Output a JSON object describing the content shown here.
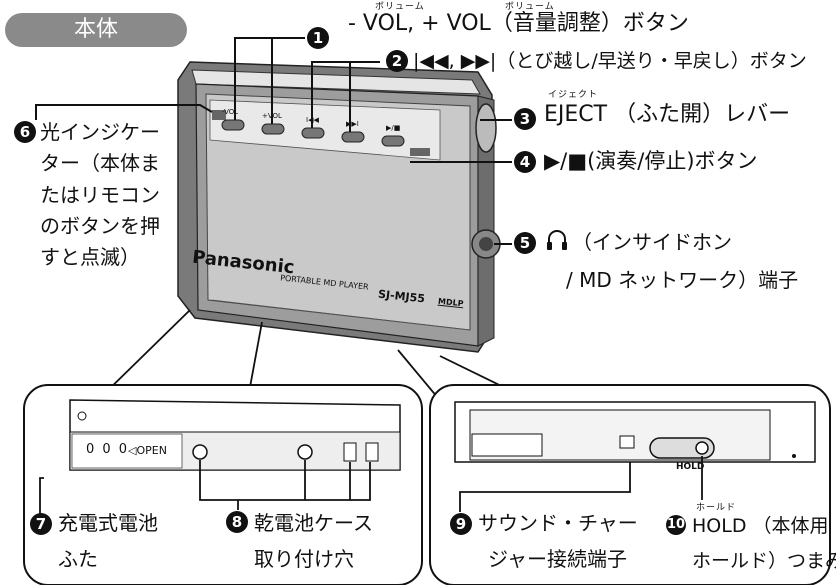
{
  "title": "本体",
  "callouts": [
    {
      "num": "1",
      "text": "- VOL, + VOL（音量調整）ボタン",
      "ruby1": "ボリューム",
      "ruby2": "ボリューム"
    },
    {
      "num": "2",
      "text": "|◀◀, ▶▶|（とび越し/早送り・早戻し）ボタン"
    },
    {
      "num": "3",
      "text": "EJECT （ふた開）レバー",
      "ruby": "イジェクト"
    },
    {
      "num": "4",
      "text": "▶/■(演奏/停止)ボタン"
    },
    {
      "num": "5",
      "line1": "（インサイドホン",
      "line2": "/ MD ネットワーク）端子"
    },
    {
      "num": "6",
      "line1": "光インジケー",
      "line2": "ター（本体ま",
      "line3": "たはリモコン",
      "line4": "のボタンを押",
      "line5": "すと点滅）"
    },
    {
      "num": "7",
      "line1": "充電式電池",
      "line2": "ふた"
    },
    {
      "num": "8",
      "line1": "乾電池ケース",
      "line2": "取り付け穴"
    },
    {
      "num": "9",
      "line1": "サウンド・チャー",
      "line2": "ジャー接続端子"
    },
    {
      "num": "10",
      "line1": "HOLD （本体用",
      "line2": "ホールド）つまみ",
      "ruby": "ホールド"
    }
  ],
  "device": {
    "brand": "Panasonic",
    "model_text": "PORTABLE MD PLAYER",
    "model": "SJ-MJ55",
    "mdlp": "MDLP",
    "btn_minus_vol": "-VOL",
    "btn_plus_vol": "+VOL",
    "btn_prev": "I◀◀",
    "btn_next": "▶▶I",
    "btn_play": "▶/■"
  },
  "bottom_view": {
    "label_000": "0 0 0",
    "label_open": "◁OPEN",
    "hold": "HOLD"
  }
}
